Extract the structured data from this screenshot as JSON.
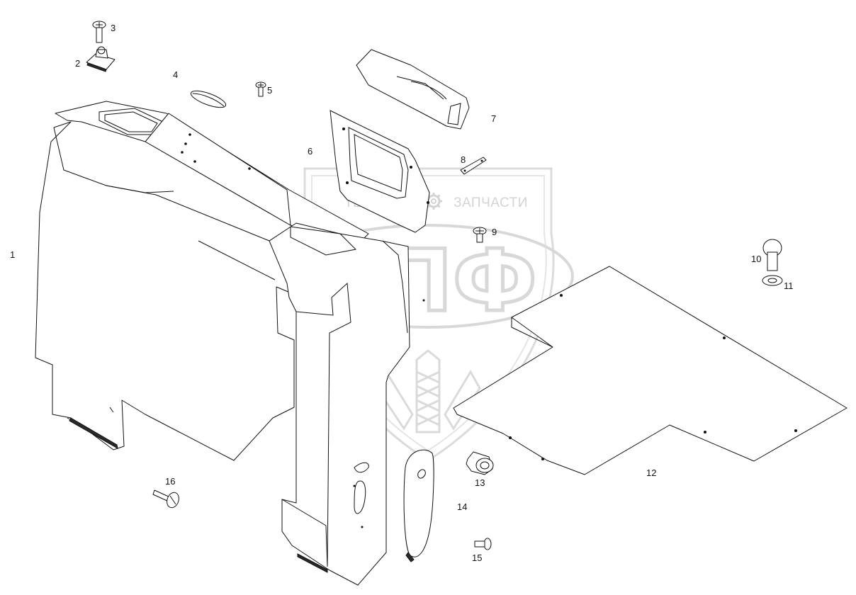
{
  "watermark": {
    "left_text": "ТЕХНИКА",
    "right_text": "ЗАПЧАСТИ",
    "brand": "ЭПФ"
  },
  "callouts": [
    {
      "id": "1",
      "label": "1"
    },
    {
      "id": "2",
      "label": "2"
    },
    {
      "id": "3",
      "label": "3"
    },
    {
      "id": "4",
      "label": "4"
    },
    {
      "id": "5",
      "label": "5"
    },
    {
      "id": "6",
      "label": "6"
    },
    {
      "id": "7",
      "label": "7"
    },
    {
      "id": "8",
      "label": "8"
    },
    {
      "id": "9",
      "label": "9"
    },
    {
      "id": "10",
      "label": "10"
    },
    {
      "id": "11",
      "label": "11"
    },
    {
      "id": "12",
      "label": "12"
    },
    {
      "id": "13",
      "label": "13"
    },
    {
      "id": "14",
      "label": "14"
    },
    {
      "id": "15",
      "label": "15"
    },
    {
      "id": "16",
      "label": "16"
    }
  ],
  "colors": {
    "line": "#111111",
    "watermark": "#d4d4d4",
    "background": "#ffffff"
  }
}
